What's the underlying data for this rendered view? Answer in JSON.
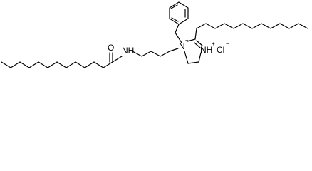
{
  "molecule": {
    "atoms": {
      "oxygen": "O",
      "amide_nh": "NH",
      "ring_n_plus": "N",
      "ring_n_plus_charge": "+",
      "ring_nh_plus": "NH",
      "ring_nh_plus_charge": "+",
      "chloride": "Cl",
      "chloride_charge": "−"
    },
    "colors": {
      "bond": "#000000",
      "text": "#000000",
      "background": "#ffffff"
    }
  }
}
